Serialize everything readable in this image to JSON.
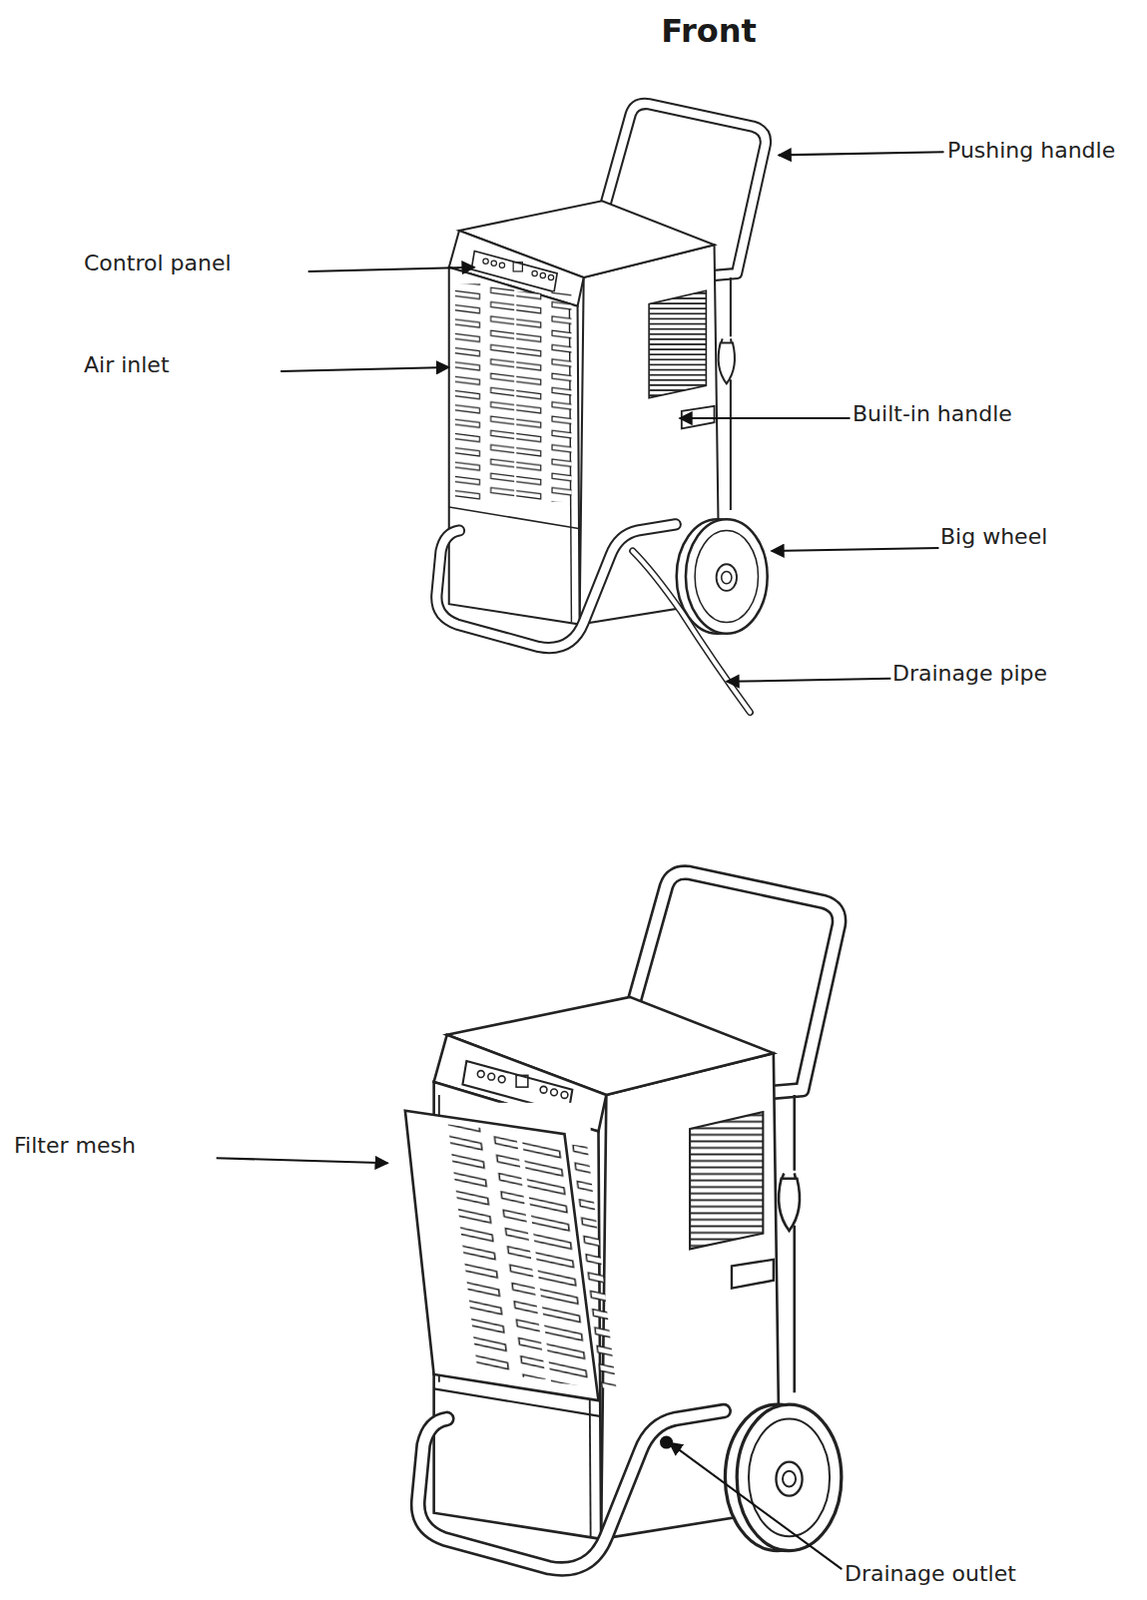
{
  "diagram": {
    "title": "Front",
    "labels": [
      "Pushing handle",
      "Control panel",
      "Air inlet",
      "Built-in handle",
      "Big wheel",
      "Drainage pipe",
      "Filter mesh",
      "Drainage outlet"
    ]
  }
}
